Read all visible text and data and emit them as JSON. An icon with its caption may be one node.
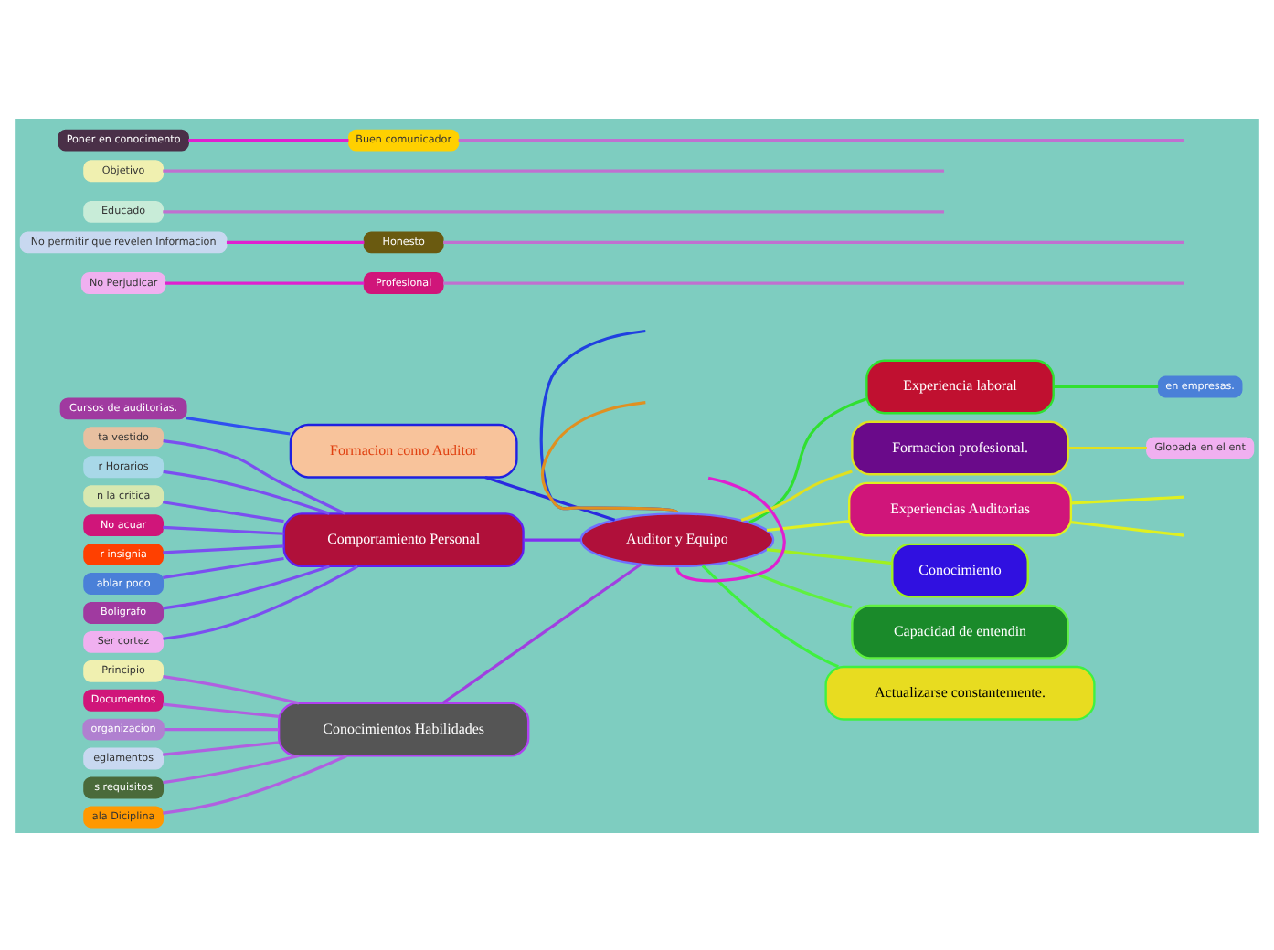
{
  "diagram": {
    "nodes": [
      {
        "text": [
          "Auditor y Equipo"
        ]
      },
      {
        "text": [
          "Formacion como Auditor"
        ]
      },
      {
        "text": [
          "Cursos de auditorias."
        ]
      },
      {
        "text": [
          "Comportamiento Personal"
        ]
      },
      {
        "text": [
          "ta vestido"
        ]
      },
      {
        "text": [
          "r Horarios"
        ]
      },
      {
        "text": [
          "n la critica"
        ]
      },
      {
        "text": [
          "No acuar"
        ]
      },
      {
        "text": [
          "r insignia"
        ]
      },
      {
        "text": [
          "ablar poco"
        ]
      },
      {
        "text": [
          "Boligrafo"
        ]
      },
      {
        "text": [
          "Ser cortez"
        ]
      },
      {
        "text": [
          "Conocimientos Habilidades"
        ]
      },
      {
        "text": [
          "Principio"
        ]
      },
      {
        "text": [
          "Documentos"
        ]
      },
      {
        "text": [
          "organizacion"
        ]
      },
      {
        "text": [
          "eglamentos"
        ]
      },
      {
        "text": [
          "s requisitos"
        ]
      },
      {
        "text": [
          "ala Diciplina"
        ]
      },
      {
        "text": [
          "Profesional"
        ]
      },
      {
        "text": [
          "No Perjudicar"
        ]
      },
      {
        "text": [
          "Honesto"
        ]
      },
      {
        "text": [
          "No permitir que revelen Informacion"
        ]
      },
      {
        "text": [
          "Educado"
        ]
      },
      {
        "text": [
          "Objetivo"
        ]
      },
      {
        "text": [
          "Buen comunicador"
        ]
      },
      {
        "text": [
          "Poner en conocimento"
        ]
      },
      {
        "text": [
          "Experiencia laboral"
        ]
      },
      {
        "text": [
          "en empresas."
        ]
      },
      {
        "text": [
          "Formacion profesional."
        ]
      },
      {
        "text": [
          "Globada en el ent"
        ]
      },
      {
        "text": [
          "Experiencias Auditorias"
        ]
      },
      {
        "text": [
          "Conocimiento"
        ]
      },
      {
        "text": [
          "Capacidad de entendin"
        ]
      },
      {
        "text": [
          "Actualizarse constantemente."
        ]
      }
    ],
    "edges": [
      {
        "from": null,
        "to": 0,
        "arrow": "none",
        "color": "#2040e0"
      },
      {
        "from": null,
        "to": 0,
        "arrow": "none",
        "color": "#e09020"
      },
      {
        "from": 2,
        "to": 1,
        "arrow": "none",
        "color": "#3050f0"
      },
      {
        "from": 1,
        "to": 0,
        "arrow": "none",
        "color": "#2a2ae0"
      },
      {
        "from": 4,
        "to": 3,
        "arrow": "none",
        "color": "#7b4ff0"
      },
      {
        "from": 5,
        "to": 3,
        "arrow": "none",
        "color": "#7b4ff0"
      },
      {
        "from": 6,
        "to": 3,
        "arrow": "none",
        "color": "#7b4ff0"
      },
      {
        "from": 7,
        "to": 3,
        "arrow": "none",
        "color": "#7b4ff0"
      },
      {
        "from": 8,
        "to": 3,
        "arrow": "none",
        "color": "#7b4ff0"
      },
      {
        "from": 9,
        "to": 3,
        "arrow": "none",
        "color": "#7b4ff0"
      },
      {
        "from": 10,
        "to": 3,
        "arrow": "none",
        "color": "#7b4ff0"
      },
      {
        "from": 11,
        "to": 3,
        "arrow": "none",
        "color": "#7b4ff0"
      },
      {
        "from": 3,
        "to": 0,
        "arrow": "none",
        "color": "#8030f0"
      },
      {
        "from": 13,
        "to": 12,
        "arrow": "none",
        "color": "#b060e0"
      },
      {
        "from": 14,
        "to": 12,
        "arrow": "none",
        "color": "#b060e0"
      },
      {
        "from": 15,
        "to": 12,
        "arrow": "none",
        "color": "#b060e0"
      },
      {
        "from": 16,
        "to": 12,
        "arrow": "none",
        "color": "#b060e0"
      },
      {
        "from": 17,
        "to": 12,
        "arrow": "none",
        "color": "#b060e0"
      },
      {
        "from": 18,
        "to": 12,
        "arrow": "none",
        "color": "#b060e0"
      },
      {
        "from": 12,
        "to": 0,
        "arrow": "none",
        "color": "#a040e0"
      },
      {
        "from": 20,
        "to": 19,
        "arrow": "none",
        "color": "#e020d0"
      },
      {
        "from": 22,
        "to": 21,
        "arrow": "none",
        "color": "#e020d0"
      },
      {
        "from": 26,
        "to": 25,
        "arrow": "none",
        "color": "#e020d0"
      },
      {
        "from": 19,
        "to": null,
        "arrow": "none",
        "color": "#c070d0"
      },
      {
        "from": 21,
        "to": null,
        "arrow": "none",
        "color": "#c070d0"
      },
      {
        "from": 23,
        "to": null,
        "arrow": "none",
        "color": "#c070d0"
      },
      {
        "from": 24,
        "to": null,
        "arrow": "none",
        "color": "#c070d0"
      },
      {
        "from": 25,
        "to": null,
        "arrow": "none",
        "color": "#c070d0"
      },
      {
        "from": null,
        "to": 0,
        "arrow": "none",
        "color": "#e020d0"
      },
      {
        "from": 0,
        "to": 27,
        "arrow": "none",
        "color": "#30e030"
      },
      {
        "from": 27,
        "to": 28,
        "arrow": "none",
        "color": "#30e030"
      },
      {
        "from": 0,
        "to": 29,
        "arrow": "none",
        "color": "#e0e020"
      },
      {
        "from": 29,
        "to": 30,
        "arrow": "none",
        "color": "#e0e020"
      },
      {
        "from": 0,
        "to": 31,
        "arrow": "none",
        "color": "#e0f020"
      },
      {
        "from": 31,
        "to": null,
        "arrow": "none",
        "color": "#e0f020"
      },
      {
        "from": 31,
        "to": null,
        "arrow": "none",
        "color": "#e0f020"
      },
      {
        "from": 0,
        "to": 32,
        "arrow": "none",
        "color": "#a0f020"
      },
      {
        "from": 0,
        "to": 33,
        "arrow": "none",
        "color": "#60f040"
      },
      {
        "from": 0,
        "to": 34,
        "arrow": "none",
        "color": "#40f040"
      }
    ]
  }
}
